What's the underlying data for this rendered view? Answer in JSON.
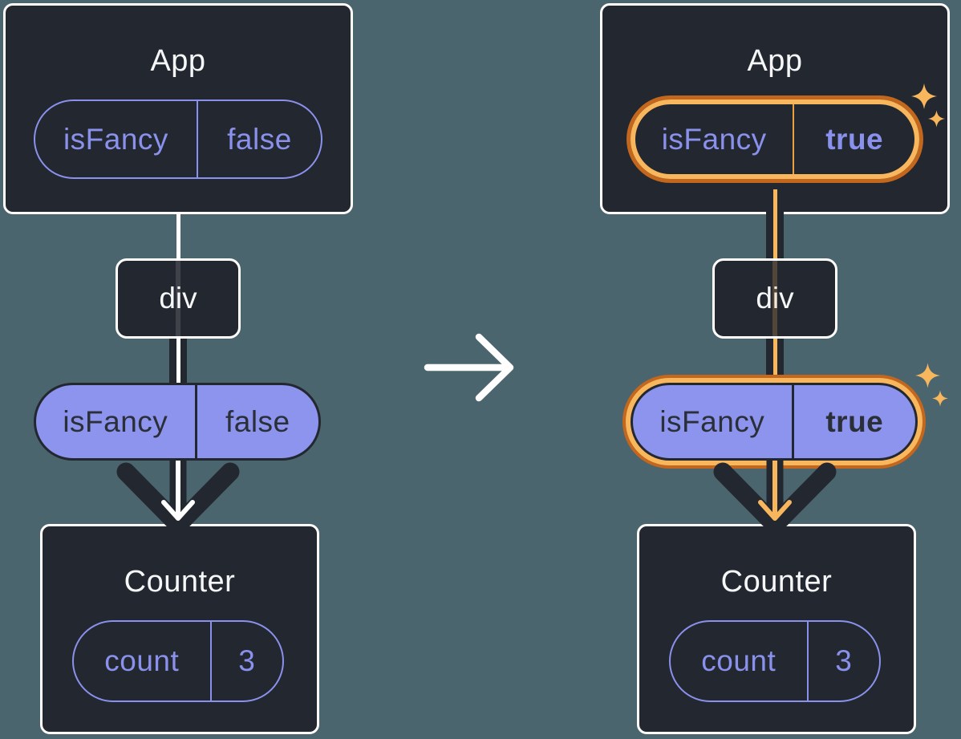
{
  "canvas": {
    "background": "#4B656E"
  },
  "colors": {
    "card": "#23272F",
    "card_border": "#FFFFFF",
    "purple": "#8A91EC",
    "purple_fill": "#8C94EE",
    "dark_arrow": "#23272F",
    "orange_light": "#F8B75D",
    "orange_dark": "#C2671D",
    "title_text": "#F6F7F9"
  },
  "icons": {
    "transition_arrow": "right-arrow",
    "flow_arrow": "down-arrow",
    "sparkle": "four-point-star"
  },
  "before": {
    "app": {
      "title": "App",
      "prop_name": "isFancy",
      "prop_value": "false"
    },
    "div_label": "div",
    "prop_pill": {
      "name": "isFancy",
      "value": "false"
    },
    "counter": {
      "title": "Counter",
      "state_name": "count",
      "state_value": "3"
    }
  },
  "after": {
    "app": {
      "title": "App",
      "prop_name": "isFancy",
      "prop_value": "true"
    },
    "div_label": "div",
    "prop_pill": {
      "name": "isFancy",
      "value": "true"
    },
    "counter": {
      "title": "Counter",
      "state_name": "count",
      "state_value": "3"
    }
  }
}
